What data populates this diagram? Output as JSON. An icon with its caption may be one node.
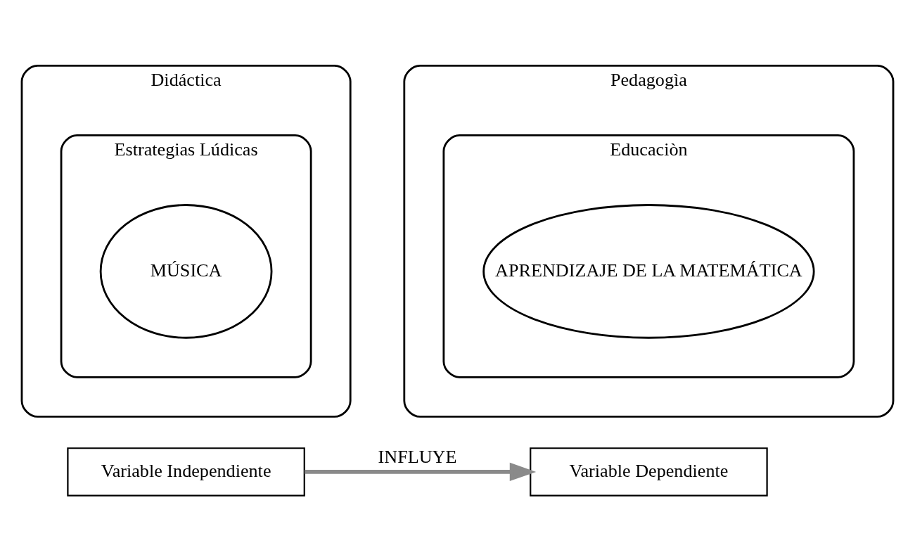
{
  "diagram": {
    "nodes": [
      {
        "text": [
          "Didáctica"
        ]
      },
      {
        "text": [
          "Estrategias Lúdicas"
        ],
        "in": 0
      },
      {
        "text": [
          "MÚSICA"
        ],
        "in": 1
      },
      {
        "text": [
          "Variable Independiente"
        ]
      },
      {
        "text": [
          "Pedagogìa"
        ]
      },
      {
        "text": [
          "Educaciòn"
        ],
        "in": 4
      },
      {
        "text": [
          "APRENDIZAJE DE LA MATEMÁTICA"
        ],
        "in": 5
      },
      {
        "text": [
          "Variable Dependiente"
        ]
      }
    ],
    "edges": [
      {
        "from": 3,
        "to": 7,
        "arrow": "to",
        "label": "INFLUYE"
      }
    ]
  }
}
